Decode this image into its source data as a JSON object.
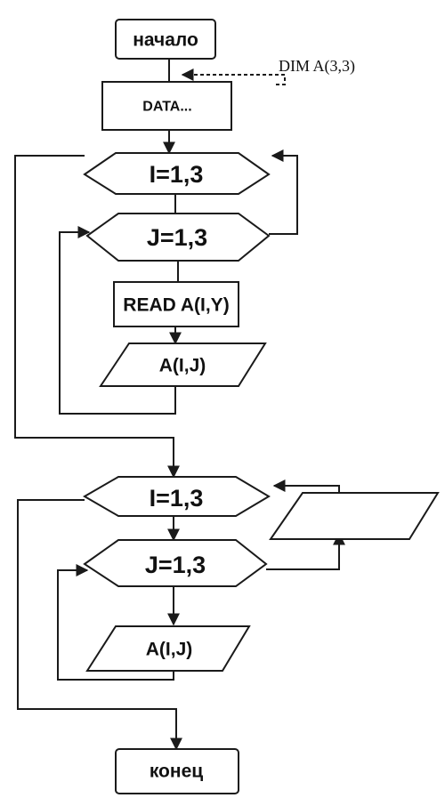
{
  "flowchart": {
    "start_label": "начало",
    "note_label": "DIM A(3,3)",
    "data_label": "DATA...",
    "loop1_outer_label": "I=1,3",
    "loop1_inner_label": "J=1,3",
    "read_label": "READ A(I,Y)",
    "output1_label": "A(I,J)",
    "loop2_outer_label": "I=1,3",
    "loop2_inner_label": "J=1,3",
    "output2_label": "A(I,J)",
    "side_output_label": "",
    "end_label": "конец"
  }
}
